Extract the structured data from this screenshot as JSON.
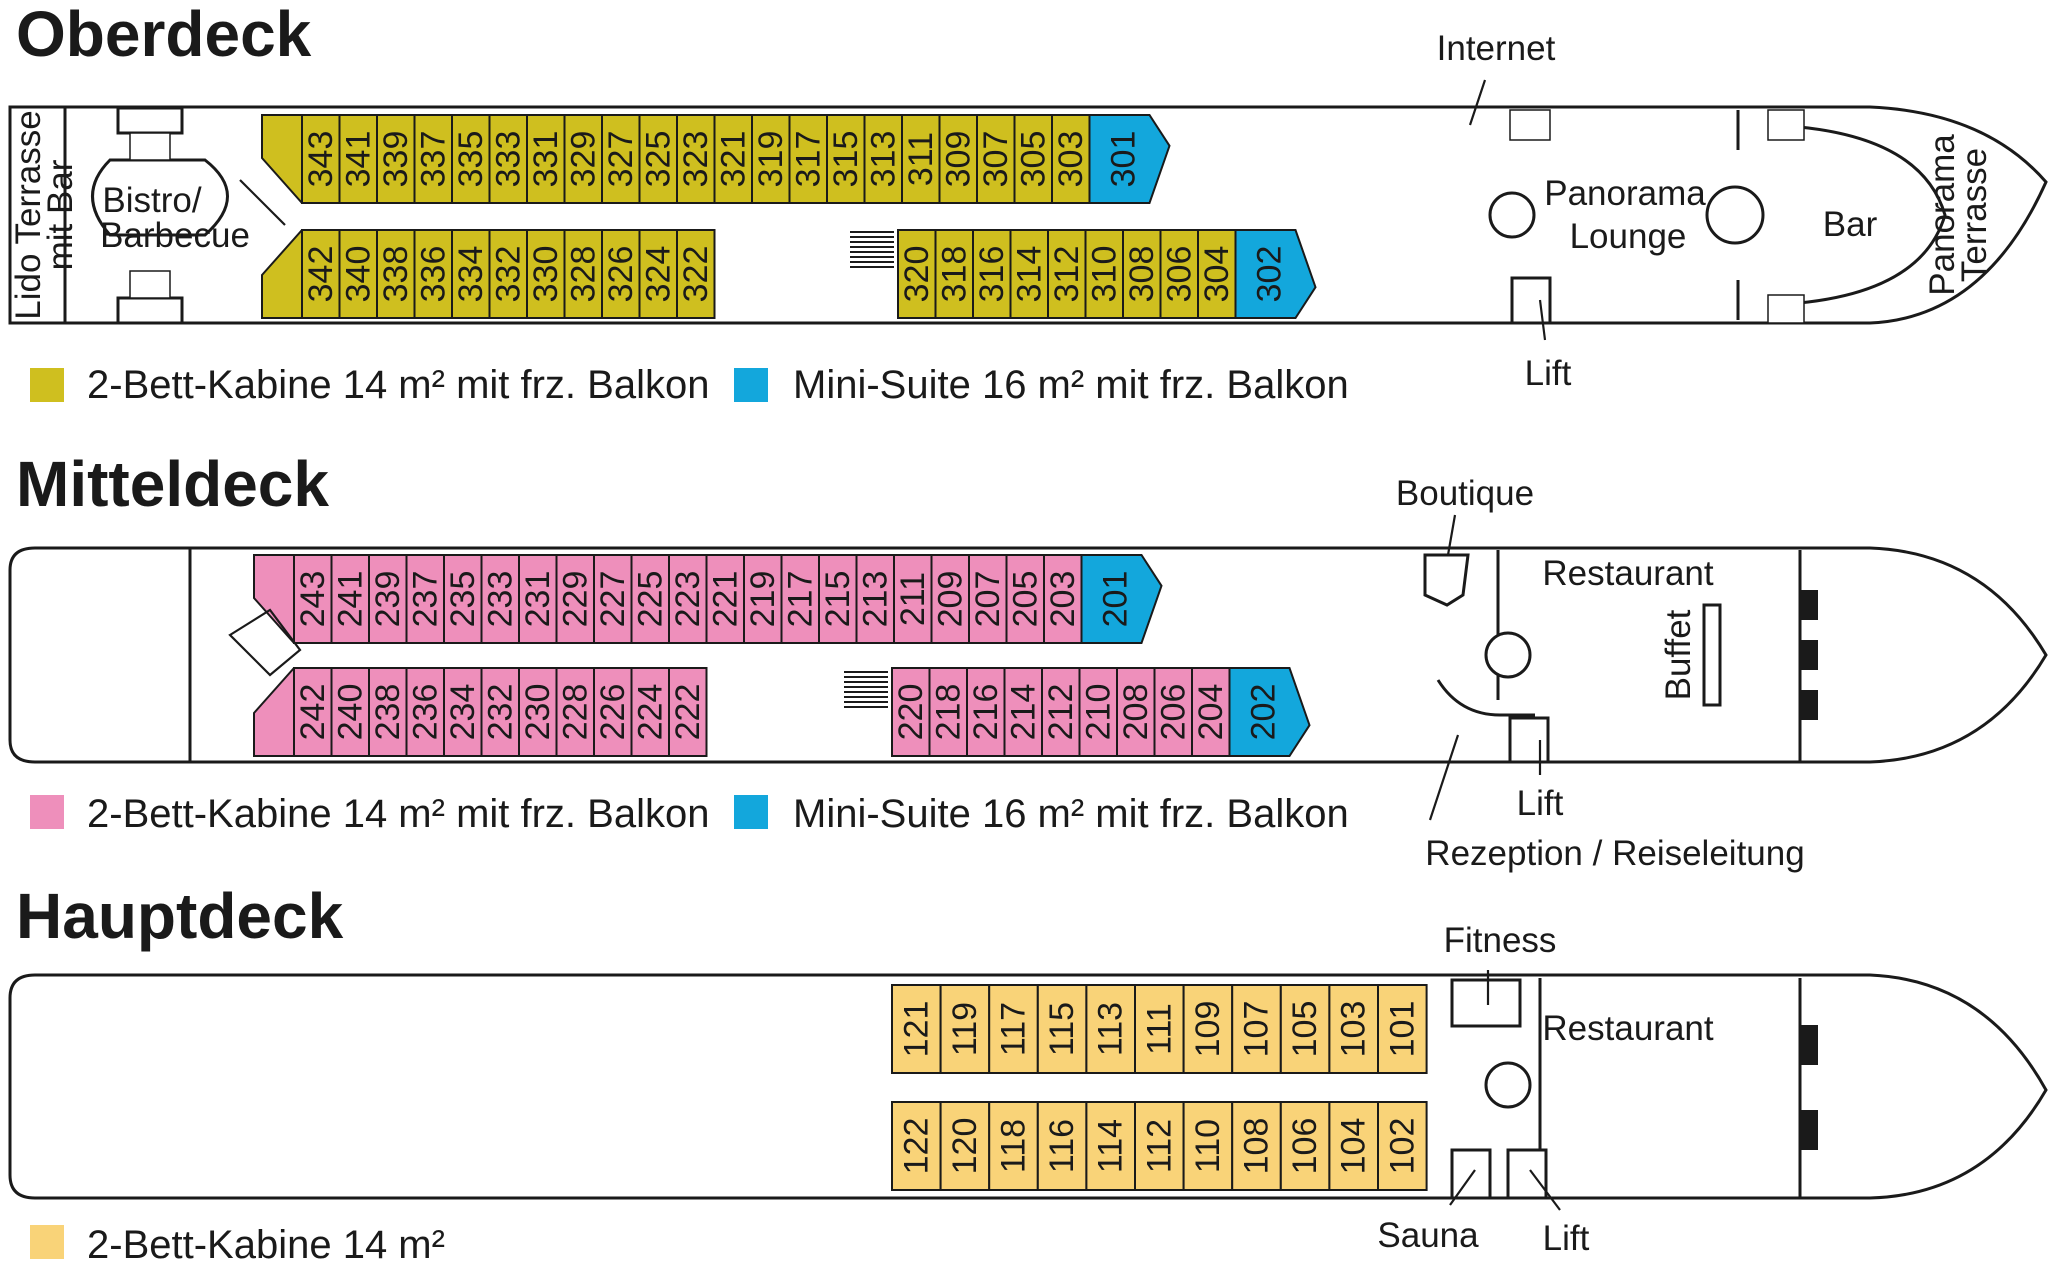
{
  "colors": {
    "ober_cabin": "#cfbf1f",
    "mittel_cabin": "#ee8fbb",
    "haupt_cabin": "#f9d378",
    "suite": "#13a7dc",
    "outline": "#1a1a1a"
  },
  "decks": {
    "oberdeck": {
      "title": "Oberdeck",
      "cabins_top": [
        "343",
        "341",
        "339",
        "337",
        "335",
        "333",
        "331",
        "329",
        "327",
        "325",
        "323",
        "321",
        "319",
        "317",
        "315",
        "313",
        "311",
        "309",
        "307",
        "305",
        "303"
      ],
      "cabins_bottom_a": [
        "342",
        "340",
        "338",
        "336",
        "334",
        "332",
        "330",
        "328",
        "326",
        "324",
        "322"
      ],
      "cabins_bottom_b": [
        "320",
        "318",
        "316",
        "314",
        "312",
        "310",
        "308",
        "306",
        "304"
      ],
      "suite_top": "301",
      "suite_bottom": "302",
      "labels": {
        "internet": "Internet",
        "lido_line1": "Lido Terrasse",
        "lido_line2": "mit Bar",
        "bistro_line1": "Bistro/",
        "bistro_line2": "Barbecue",
        "panorama_line1": "Panorama",
        "panorama_line2": "Lounge",
        "bar": "Bar",
        "terrace_line1": "Panorama",
        "terrace_line2": "Terrasse",
        "lift": "Lift"
      },
      "legend": [
        {
          "color": "ober_cabin",
          "text": "2-Bett-Kabine 14 m² mit frz. Balkon"
        },
        {
          "color": "suite",
          "text": "Mini-Suite 16 m² mit frz. Balkon"
        }
      ]
    },
    "mitteldeck": {
      "title": "Mitteldeck",
      "cabins_top": [
        "243",
        "241",
        "239",
        "237",
        "235",
        "233",
        "231",
        "229",
        "227",
        "225",
        "223",
        "221",
        "219",
        "217",
        "215",
        "213",
        "211",
        "209",
        "207",
        "205",
        "203"
      ],
      "cabins_bottom_a": [
        "242",
        "240",
        "238",
        "236",
        "234",
        "232",
        "230",
        "228",
        "226",
        "224",
        "222"
      ],
      "cabins_bottom_b": [
        "220",
        "218",
        "216",
        "214",
        "212",
        "210",
        "208",
        "206",
        "204"
      ],
      "suite_top": "201",
      "suite_bottom": "202",
      "labels": {
        "boutique": "Boutique",
        "restaurant": "Restaurant",
        "buffet": "Buffet",
        "lift": "Lift",
        "rezeption": "Rezeption / Reiseleitung"
      },
      "legend": [
        {
          "color": "mittel_cabin",
          "text": "2-Bett-Kabine 14 m² mit frz. Balkon"
        },
        {
          "color": "suite",
          "text": "Mini-Suite 16 m² mit frz. Balkon"
        }
      ]
    },
    "hauptdeck": {
      "title": "Hauptdeck",
      "cabins_top": [
        "121",
        "119",
        "117",
        "115",
        "113",
        "111",
        "109",
        "107",
        "105",
        "103",
        "101"
      ],
      "cabins_bottom": [
        "122",
        "120",
        "118",
        "116",
        "114",
        "112",
        "110",
        "108",
        "106",
        "104",
        "102"
      ],
      "labels": {
        "fitness": "Fitness",
        "restaurant": "Restaurant",
        "sauna": "Sauna",
        "lift": "Lift"
      },
      "legend": [
        {
          "color": "haupt_cabin",
          "text": "2-Bett-Kabine 14 m²"
        }
      ]
    }
  }
}
